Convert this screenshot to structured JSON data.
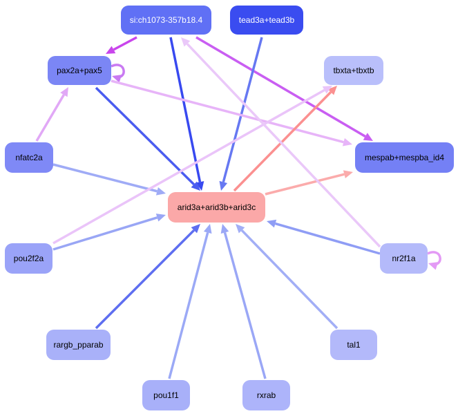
{
  "nodes": [
    {
      "id": "si",
      "label": "si:ch1073-357b18.4",
      "fill": "#6070f5",
      "text": "#ffffff"
    },
    {
      "id": "tead",
      "label": "tead3a+tead3b",
      "fill": "#3a4cf0",
      "text": "#ffffff"
    },
    {
      "id": "pax",
      "label": "pax2a+pax5",
      "fill": "#7b86f5",
      "text": "#000000"
    },
    {
      "id": "tbx",
      "label": "tbxta+tbxtb",
      "fill": "#b9bffb",
      "text": "#000000"
    },
    {
      "id": "nfatc",
      "label": "nfatc2a",
      "fill": "#7f89f6",
      "text": "#000000"
    },
    {
      "id": "mespa",
      "label": "mespab+mespba_id4",
      "fill": "#7480f5",
      "text": "#000000"
    },
    {
      "id": "arid",
      "label": "arid3a+arid3b+arid3c",
      "fill": "#fba8a8",
      "text": "#000000"
    },
    {
      "id": "pou2",
      "label": "pou2f2a",
      "fill": "#9aa3f8",
      "text": "#000000"
    },
    {
      "id": "nr2f",
      "label": "nr2f1a",
      "fill": "#b4bafa",
      "text": "#000000"
    },
    {
      "id": "rargb",
      "label": "rargb_pparab",
      "fill": "#a9b1f9",
      "text": "#000000"
    },
    {
      "id": "tal",
      "label": "tal1",
      "fill": "#b3b9fa",
      "text": "#000000"
    },
    {
      "id": "pou1",
      "label": "pou1f1",
      "fill": "#a8b0f9",
      "text": "#000000"
    },
    {
      "id": "rxr",
      "label": "rxrab",
      "fill": "#adb4fa",
      "text": "#000000"
    }
  ],
  "edges": [
    {
      "from": "si",
      "to": "pax",
      "color": "#c945ec"
    },
    {
      "from": "si",
      "to": "arid",
      "color": "#3849f0"
    },
    {
      "from": "si",
      "to": "mespa",
      "color": "#c95ef2"
    },
    {
      "from": "tead",
      "to": "arid",
      "color": "#6678f2"
    },
    {
      "from": "pax",
      "to": "pax",
      "color": "#c97af2"
    },
    {
      "from": "pax",
      "to": "arid",
      "color": "#4a5cf0"
    },
    {
      "from": "pax",
      "to": "mespa",
      "color": "#e7b4f8"
    },
    {
      "from": "nfatc",
      "to": "pax",
      "color": "#e1a8f6"
    },
    {
      "from": "nfatc",
      "to": "arid",
      "color": "#9fabf6"
    },
    {
      "from": "arid",
      "to": "tbx",
      "color": "#fb9090"
    },
    {
      "from": "arid",
      "to": "mespa",
      "color": "#fbabab"
    },
    {
      "from": "pou2",
      "to": "tbx",
      "color": "#eac4f9"
    },
    {
      "from": "pou2",
      "to": "arid",
      "color": "#99a6f5"
    },
    {
      "from": "nr2f",
      "to": "si",
      "color": "#eac8f9"
    },
    {
      "from": "nr2f",
      "to": "arid",
      "color": "#8f9df5"
    },
    {
      "from": "nr2f",
      "to": "nr2f",
      "color": "#e39af5"
    },
    {
      "from": "rargb",
      "to": "arid",
      "color": "#5e6ef0"
    },
    {
      "from": "tal",
      "to": "arid",
      "color": "#a2aef6"
    },
    {
      "from": "pou1",
      "to": "arid",
      "color": "#9ba9f6"
    },
    {
      "from": "rxr",
      "to": "arid",
      "color": "#9aa7f6"
    }
  ]
}
